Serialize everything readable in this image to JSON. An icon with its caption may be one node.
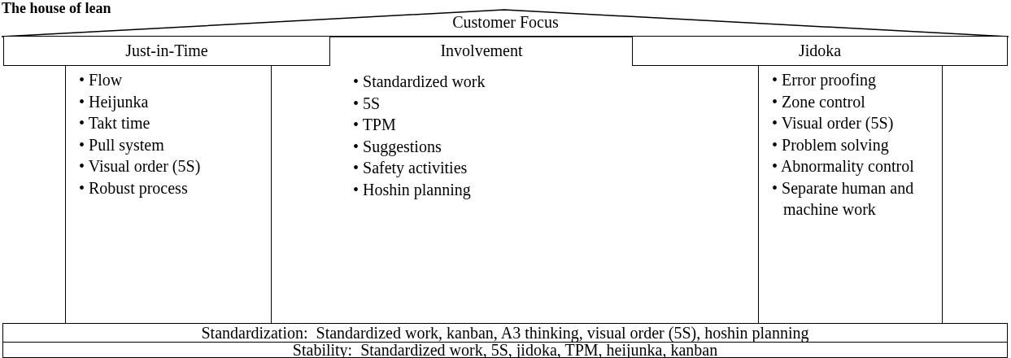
{
  "diagram": {
    "title": "The house of lean",
    "nodes": [
      {
        "text": [
          "Customer Focus"
        ]
      },
      {
        "text": [
          "Just-in-Time"
        ]
      },
      {
        "text": [
          "• Flow",
          "• Heijunka",
          "• Takt time",
          "• Pull system",
          "• Visual order (5S)",
          "• Robust process"
        ]
      },
      {
        "text": [
          "Involvement",
          "• Standardized work",
          "• 5S",
          "• TPM",
          "• Suggestions",
          "• Safety activities",
          "• Hoshin planning"
        ]
      },
      {
        "text": [
          "Jidoka"
        ]
      },
      {
        "text": [
          "• Error proofing",
          "• Zone control",
          "• Visual order (5S)",
          "• Problem solving",
          "• Abnormality control",
          "• Separate human and machine work"
        ]
      },
      {
        "text": [
          "Standardization:  Standardized work, kanban, A3 thinking, visual order (5S), hoshin planning"
        ]
      },
      {
        "text": [
          "Stability:  Standardized work, 5S, jidoka, TPM, heijunka, kanban"
        ]
      }
    ],
    "edges": []
  }
}
